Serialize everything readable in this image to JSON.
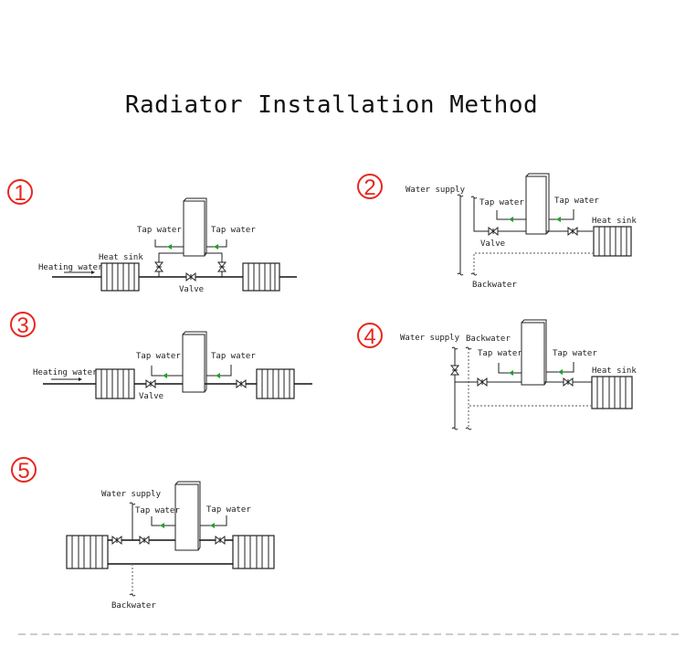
{
  "title": "Radiator Installation Method",
  "colors": {
    "number_badge": "#e8261f",
    "flow_arrow": "#1fa02a",
    "pipe": "#111111",
    "backwater_dashed": "#777777",
    "separator": "#bbbbbb"
  },
  "methods": [
    {
      "number": "1",
      "labels": {
        "heating_water": "Heating water",
        "heat_sink": "Heat sink",
        "tap_water_left": "Tap water",
        "tap_water_right": "Tap water",
        "valve": "Valve"
      }
    },
    {
      "number": "2",
      "labels": {
        "water_supply": "Water supply",
        "tap_water_left": "Tap water",
        "tap_water_right": "Tap water",
        "heat_sink": "Heat sink",
        "valve": "Valve",
        "backwater": "Backwater"
      }
    },
    {
      "number": "3",
      "labels": {
        "heating_water": "Heating water",
        "tap_water_left": "Tap water",
        "tap_water_right": "Tap water",
        "valve": "Valve"
      }
    },
    {
      "number": "4",
      "labels": {
        "water_supply": "Water supply",
        "backwater": "Backwater",
        "tap_water_left": "Tap water",
        "tap_water_right": "Tap water",
        "heat_sink": "Heat sink"
      }
    },
    {
      "number": "5",
      "labels": {
        "water_supply": "Water supply",
        "tap_water_left": "Tap water",
        "tap_water_right": "Tap water",
        "backwater": "Backwater"
      }
    }
  ]
}
